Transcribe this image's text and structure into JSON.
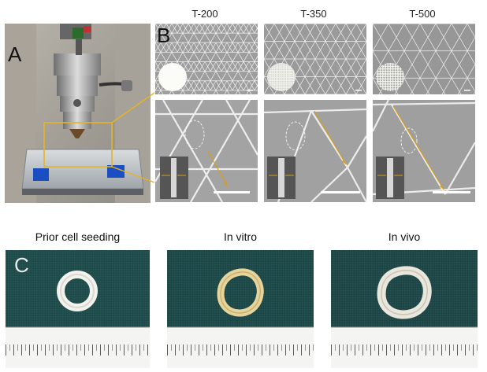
{
  "figure": {
    "panel_a": {
      "letter": "A"
    },
    "panel_b": {
      "letter": "B",
      "columns": [
        {
          "title": "T-200",
          "lattice": 4
        },
        {
          "title": "T-350",
          "lattice": 2
        },
        {
          "title": "T-500",
          "lattice": 1
        }
      ]
    },
    "panel_c": {
      "letter": "C",
      "samples": [
        {
          "caption": "Prior cell seeding",
          "ring_color": "#f3f2ec",
          "bg_color": "#1f4a4a"
        },
        {
          "caption": "In vitro",
          "ring_color": "#e6d49a",
          "bg_color": "#1d4646"
        },
        {
          "caption": "In vivo",
          "ring_color": "#e9e6dc",
          "bg_color": "#1e4545"
        }
      ]
    },
    "colors": {
      "highlight": "#e6b422",
      "arrow": "#d9a015"
    }
  }
}
